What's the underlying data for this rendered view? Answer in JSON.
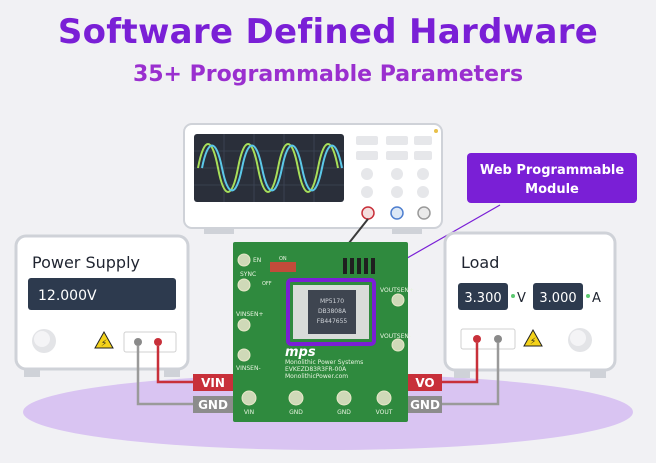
{
  "header": {
    "title": "Software Defined Hardware",
    "subtitle": "35+ Programmable Parameters"
  },
  "callout": {
    "line1": "Web Programmable",
    "line2": "Module"
  },
  "power_supply": {
    "title": "Power Supply",
    "display": "12.000V"
  },
  "load": {
    "title": "Load",
    "voltage": "3.300",
    "voltage_unit": "V",
    "current": "3.000",
    "current_unit": "A"
  },
  "board": {
    "pads": {
      "en": "EN",
      "sync": "SYNC",
      "vinsen_p": "VINSEN+",
      "vinsen_n": "VINSEN-",
      "voutsen_p": "VOUTSEN+",
      "voutsen_n": "VOUTSEN-",
      "vin": "VIN",
      "gnd1": "GND",
      "gnd2": "GND",
      "vout": "VOUT"
    },
    "switch_on": "ON",
    "switch_off": "OFF",
    "chip": {
      "l1": "MP5170",
      "l2": "DB3808A",
      "l3": "FB447655"
    },
    "brand": "mps",
    "brand_line1": "Monolithic Power Systems",
    "brand_line2": "EVKEZD83R3FR-00A",
    "brand_line3": "MonolithicPower.com"
  },
  "terminals": {
    "vin": "VIN",
    "gnd_left": "GND",
    "vo": "VO",
    "gnd_right": "GND"
  },
  "colors": {
    "accent": "#7a1fd6",
    "board": "#2f8a3e",
    "wire_red": "#c8303a",
    "display": "#2d3a4e"
  }
}
